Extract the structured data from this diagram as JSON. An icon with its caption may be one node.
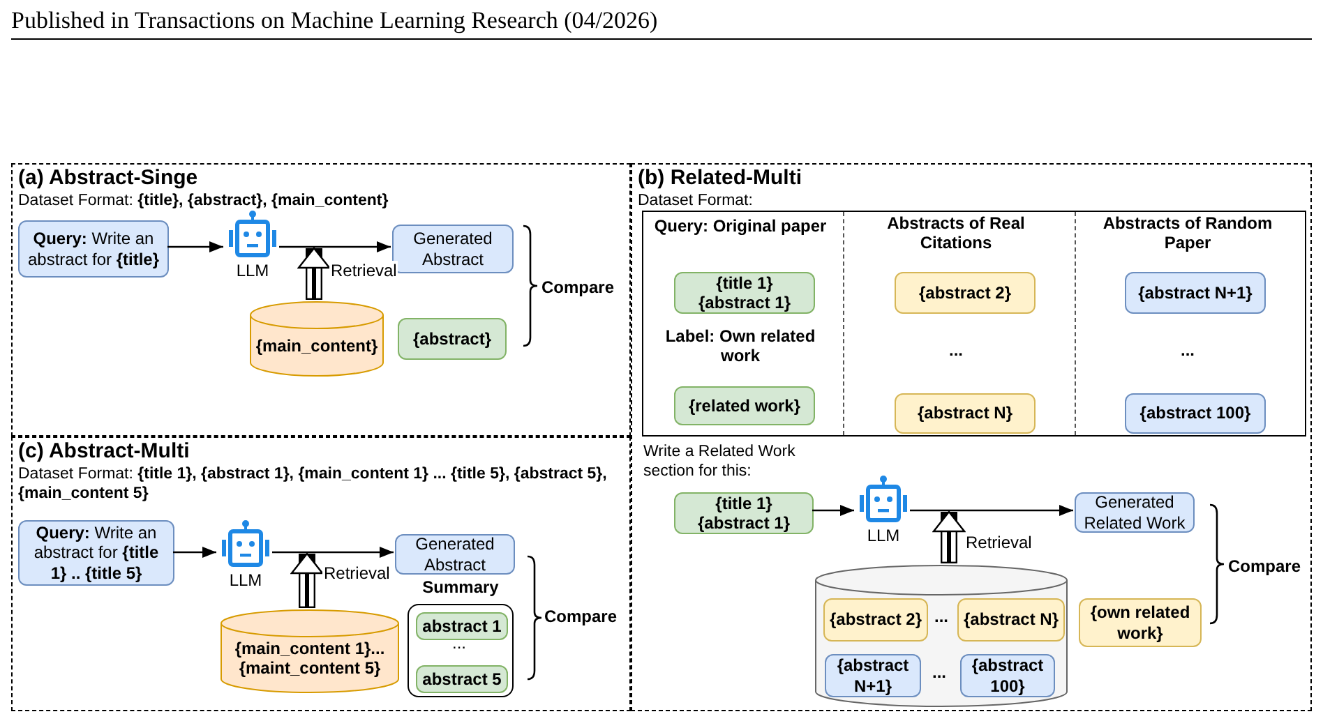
{
  "diagram": {
    "nodes": [
      {
        "text": [
          "(a) Abstract-Singe",
          "Dataset Format: **{title}, {abstract}, {main_content}**"
        ]
      },
      {
        "text": [
          "**Query:** Write an abstract for **{title}**"
        ],
        "in": 0
      },
      {
        "text": [
          "LLM"
        ],
        "in": 0
      },
      {
        "text": [
          "Generated Abstract"
        ],
        "in": 0
      },
      {
        "text": [
          "{main_content}"
        ],
        "in": 0
      },
      {
        "text": [
          "{abstract}"
        ],
        "in": 0
      },
      {
        "text": [
          "(b) Related-Multi",
          "Dataset Format:"
        ]
      },
      {
        "text": [],
        "shape": "box",
        "in": 6
      },
      {
        "text": [
          "{title 1}",
          "{abstract 1}"
        ],
        "in": 7
      },
      {
        "text": [
          "{abstract 2}"
        ],
        "in": 7
      },
      {
        "text": [
          "{abstract N+1}"
        ],
        "in": 7
      },
      {
        "text": [
          "{related work}"
        ],
        "in": 7
      },
      {
        "text": [
          "{abstract N}"
        ],
        "in": 7
      },
      {
        "text": [
          "{abstract 100}"
        ],
        "in": 7
      },
      {
        "text": [
          "{title 1}",
          "{abstract 1}"
        ],
        "in": 6
      },
      {
        "text": [
          "LLM"
        ],
        "in": 6
      },
      {
        "text": [
          "Generated Related Work"
        ],
        "in": 6
      },
      {
        "text": [],
        "shape": "cylinder",
        "in": 6
      },
      {
        "text": [
          "{abstract 2}"
        ],
        "in": 17
      },
      {
        "text": [
          "{abstract N}"
        ],
        "in": 17
      },
      {
        "text": [
          "{abstract N+1}"
        ],
        "in": 17
      },
      {
        "text": [
          "{abstract 100}"
        ],
        "in": 17
      },
      {
        "text": [
          "{own related work}"
        ],
        "in": 6
      },
      {
        "text": [
          "(c) Abstract-Multi",
          "Dataset Format: **{title 1}, {abstract 1}, {main_content 1} ... {title 5}, {abstract 5}, {main_content 5}**"
        ]
      },
      {
        "text": [
          "**Query:** Write an abstract for **{title 1} .. {title 5}**"
        ],
        "in": 23
      },
      {
        "text": [
          "LLM"
        ],
        "in": 23
      },
      {
        "text": [
          "Generated Abstract"
        ],
        "in": 23
      },
      {
        "text": [
          "{main_content 1}... {maint_content 5}"
        ],
        "in": 23
      },
      {
        "text": [
          "Summary"
        ],
        "in": 23
      },
      {
        "text": [
          "abstract 1"
        ],
        "in": 28
      },
      {
        "text": [
          "abstract 5"
        ],
        "in": 28
      }
    ],
    "edges": [
      {
        "from": 1,
        "to": 2,
        "arrow": "to"
      },
      {
        "from": 2,
        "to": 3,
        "arrow": "to"
      },
      {
        "from": 4,
        "to": 2,
        "arrow": "to",
        "label": "Retrieval",
        "style": "thick"
      },
      {
        "from": 14,
        "to": 15,
        "arrow": "to"
      },
      {
        "from": 15,
        "to": 16,
        "arrow": "to"
      },
      {
        "from": 17,
        "to": 15,
        "arrow": "to",
        "label": "Retrieval",
        "style": "thick"
      },
      {
        "from": 24,
        "to": 25,
        "arrow": "to"
      },
      {
        "from": 25,
        "to": 26,
        "arrow": "to"
      },
      {
        "from": 27,
        "to": 25,
        "arrow": "to",
        "label": "Retrieval",
        "style": "thick"
      }
    ],
    "labels": [
      "Published in Transactions on Machine Learning Research (04/2026)",
      "Compare",
      "Query: Original paper",
      "Abstracts of Real Citations",
      "Abstracts of Random Paper",
      "Label: Own related work",
      "...",
      "...",
      "Write a Related Work section for this:",
      "...",
      "...",
      "Compare",
      "...",
      "Compare"
    ]
  }
}
